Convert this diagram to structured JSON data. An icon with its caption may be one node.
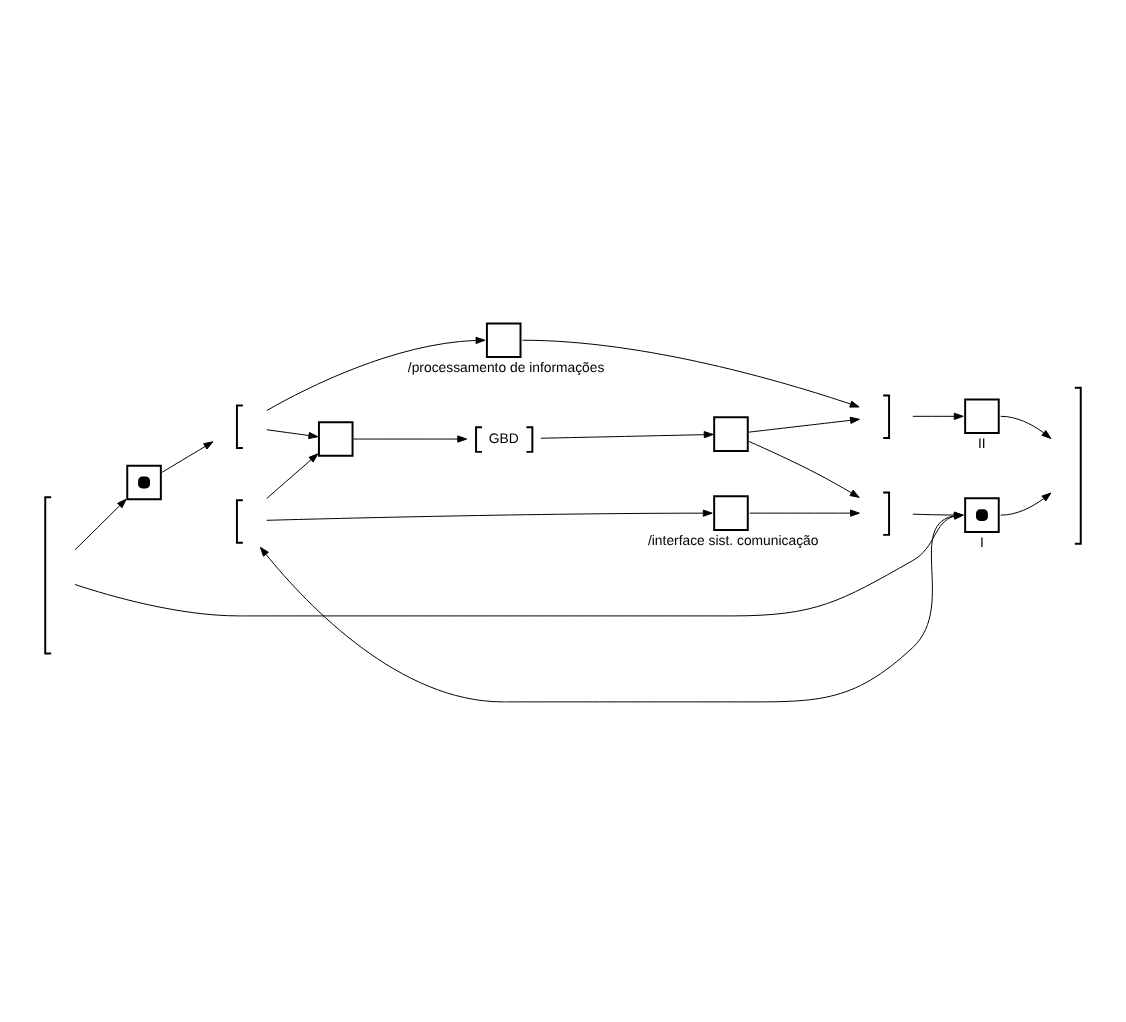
{
  "diagram": {
    "nodes": [
      {
        "text": [],
        "shape": "bracket"
      },
      {
        "text": [],
        "shape": "box"
      },
      {
        "text": [],
        "shape": "bracket"
      },
      {
        "text": [],
        "shape": "box",
        "beside": [
          "/processamento de informações"
        ]
      },
      {
        "text": [],
        "shape": "bracket"
      },
      {
        "text": [],
        "shape": "box",
        "beside": [
          "II"
        ]
      },
      {
        "text": [],
        "shape": "box"
      },
      {
        "text": [
          "GBD"
        ]
      },
      {
        "text": [],
        "shape": "box"
      },
      {
        "text": [],
        "shape": "bracket"
      },
      {
        "text": [],
        "shape": "box",
        "beside": [
          "/interface sist. comunicação"
        ]
      },
      {
        "text": [],
        "shape": "bracket"
      },
      {
        "text": [],
        "shape": "box",
        "beside": [
          "I"
        ]
      },
      {
        "text": [],
        "shape": "bracket"
      }
    ],
    "edges": [
      {
        "from": 0,
        "to": 1,
        "arrow": "to"
      },
      {
        "from": 1,
        "to": 2,
        "arrow": "to"
      },
      {
        "from": 2,
        "to": 3,
        "arrow": "to"
      },
      {
        "from": 2,
        "to": 6,
        "arrow": "to"
      },
      {
        "from": 3,
        "to": 4,
        "arrow": "to"
      },
      {
        "from": 8,
        "to": 4,
        "arrow": "to"
      },
      {
        "from": 4,
        "to": 5,
        "arrow": "to"
      },
      {
        "from": 5,
        "to": 13,
        "arrow": "to"
      },
      {
        "from": 6,
        "to": 7,
        "arrow": "to"
      },
      {
        "from": 7,
        "to": 8,
        "arrow": "to"
      },
      {
        "from": 9,
        "to": 6,
        "arrow": "to"
      },
      {
        "from": 9,
        "to": 10,
        "arrow": "to"
      },
      {
        "from": 10,
        "to": 11,
        "arrow": "to"
      },
      {
        "from": 8,
        "to": 11,
        "arrow": "to"
      },
      {
        "from": 11,
        "to": 12,
        "arrow": "to"
      },
      {
        "from": 12,
        "to": 9,
        "arrow": "to"
      },
      {
        "from": 0,
        "to": 12,
        "arrow": "to"
      },
      {
        "from": 12,
        "to": 13,
        "arrow": "to"
      }
    ]
  }
}
